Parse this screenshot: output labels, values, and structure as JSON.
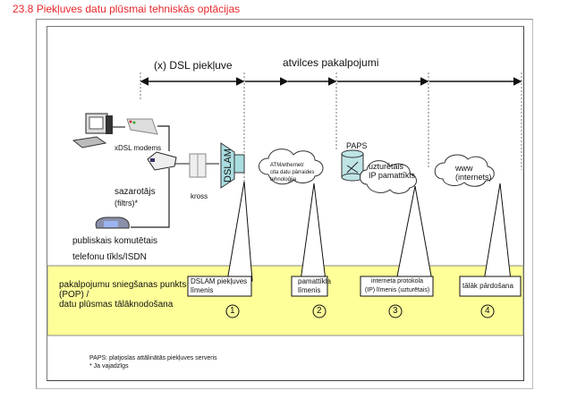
{
  "title": "23.8 Piekļuves datu plūsmai tehniskās optācijas",
  "header": {
    "dsl_access": "(x) DSL piekļuve",
    "wholesale_services": "atvilces pakalpojumi"
  },
  "devices": {
    "modem": "xDSL modems",
    "splitter_line1": "sazarotājs",
    "splitter_line2": "(filtrs)*",
    "kross": "kross",
    "dslam": "DSLAM",
    "pstn_line1": "publiskais komutētais",
    "pstn_line2": "telefonu tīkls/ISDN"
  },
  "clouds": {
    "atm_line1": "ATM/ethernet/",
    "atm_line2": "cita datu pārraides",
    "atm_line3": "tehnoloģija",
    "paps_label": "PAPS",
    "ip_line1": "uzturētais",
    "ip_line2": "IP pamattīkls",
    "www_line1": "www",
    "www_line2": "(internets)"
  },
  "pop": {
    "line1": "pakalpojumu sniegšanas punkts",
    "line2": "(POP) /",
    "line3": "datu plūsmas tālāknodošana"
  },
  "levels": [
    {
      "label_line1": "DSLAM piekļuves",
      "label_line2": "līmenis",
      "number": "1"
    },
    {
      "label_line1": "pamattīkla",
      "label_line2": "līmenis",
      "number": "2"
    },
    {
      "label_line1": "interneta protokola",
      "label_line2": "(IP) līmenis (uzturētais)",
      "number": "3"
    },
    {
      "label_line1": "tālāk pārdošana",
      "label_line2": "",
      "number": "4"
    }
  ],
  "footnotes": {
    "paps": "PAPS: platjoslas attālinātās piekļuves serveris",
    "asterisk": "* Ja vajadzīgs"
  },
  "colors": {
    "title": "#e8262a",
    "pop_fill": "#ffff99",
    "dslam_fill": "#a9dde0",
    "line": "#111111"
  }
}
